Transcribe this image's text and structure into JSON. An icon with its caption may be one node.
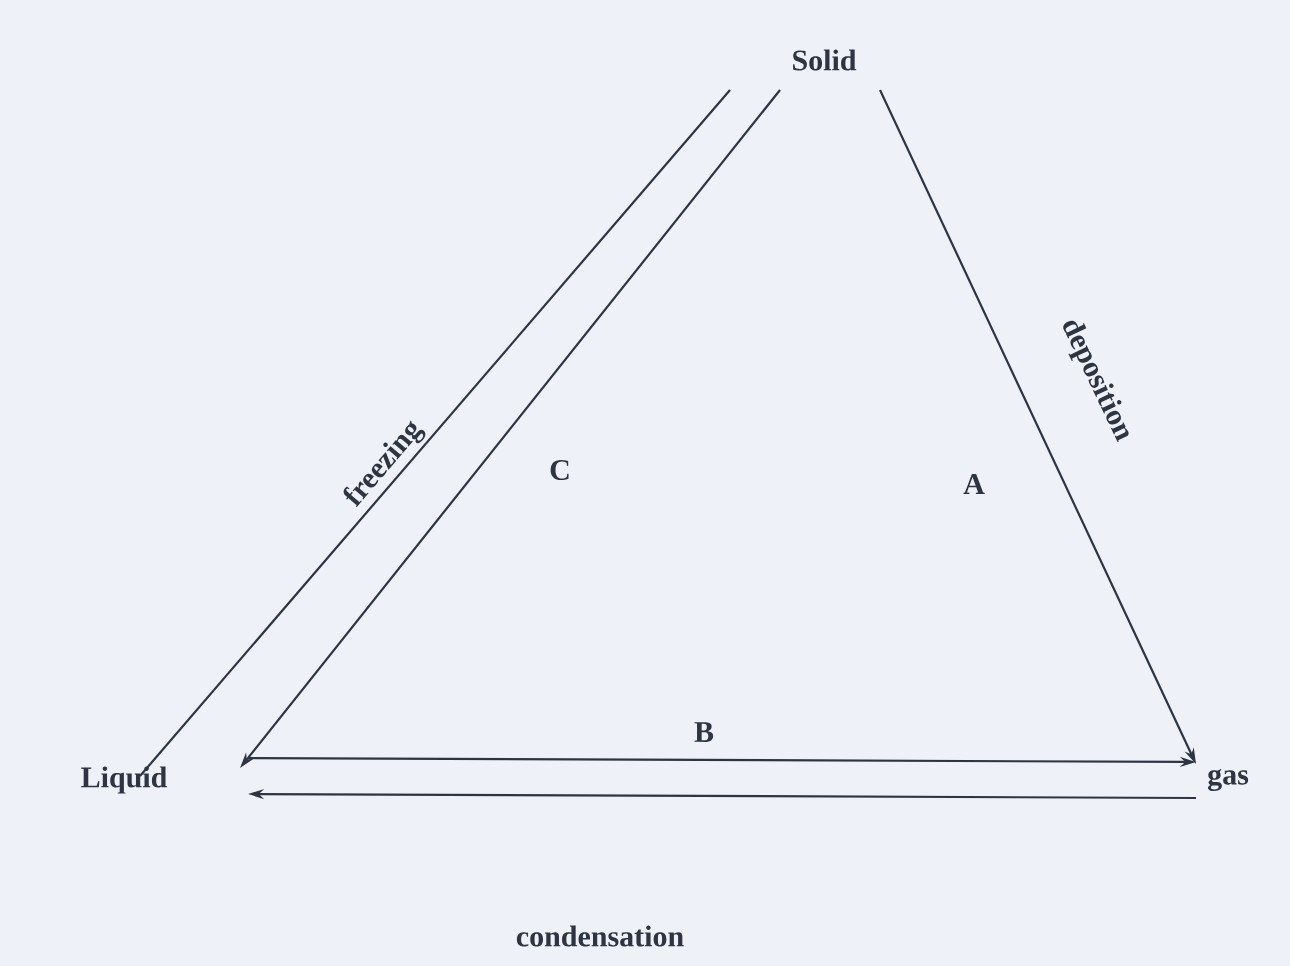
{
  "diagram": {
    "nodes": [
      {
        "text": [
          "Solid"
        ]
      },
      {
        "text": [
          "Liquid"
        ]
      },
      {
        "text": [
          "gas"
        ]
      }
    ],
    "edges": [
      {
        "from": 1,
        "to": 0,
        "arrow": "none",
        "label": "freezing"
      },
      {
        "from": 0,
        "to": 1,
        "arrow": "to"
      },
      {
        "from": 0,
        "to": 2,
        "arrow": "to",
        "label": "deposition"
      },
      {
        "from": 1,
        "to": 2,
        "arrow": "to"
      },
      {
        "from": 2,
        "to": 1,
        "arrow": "to",
        "label": "condensation"
      }
    ],
    "labels": [
      "C",
      "A",
      "B"
    ]
  }
}
